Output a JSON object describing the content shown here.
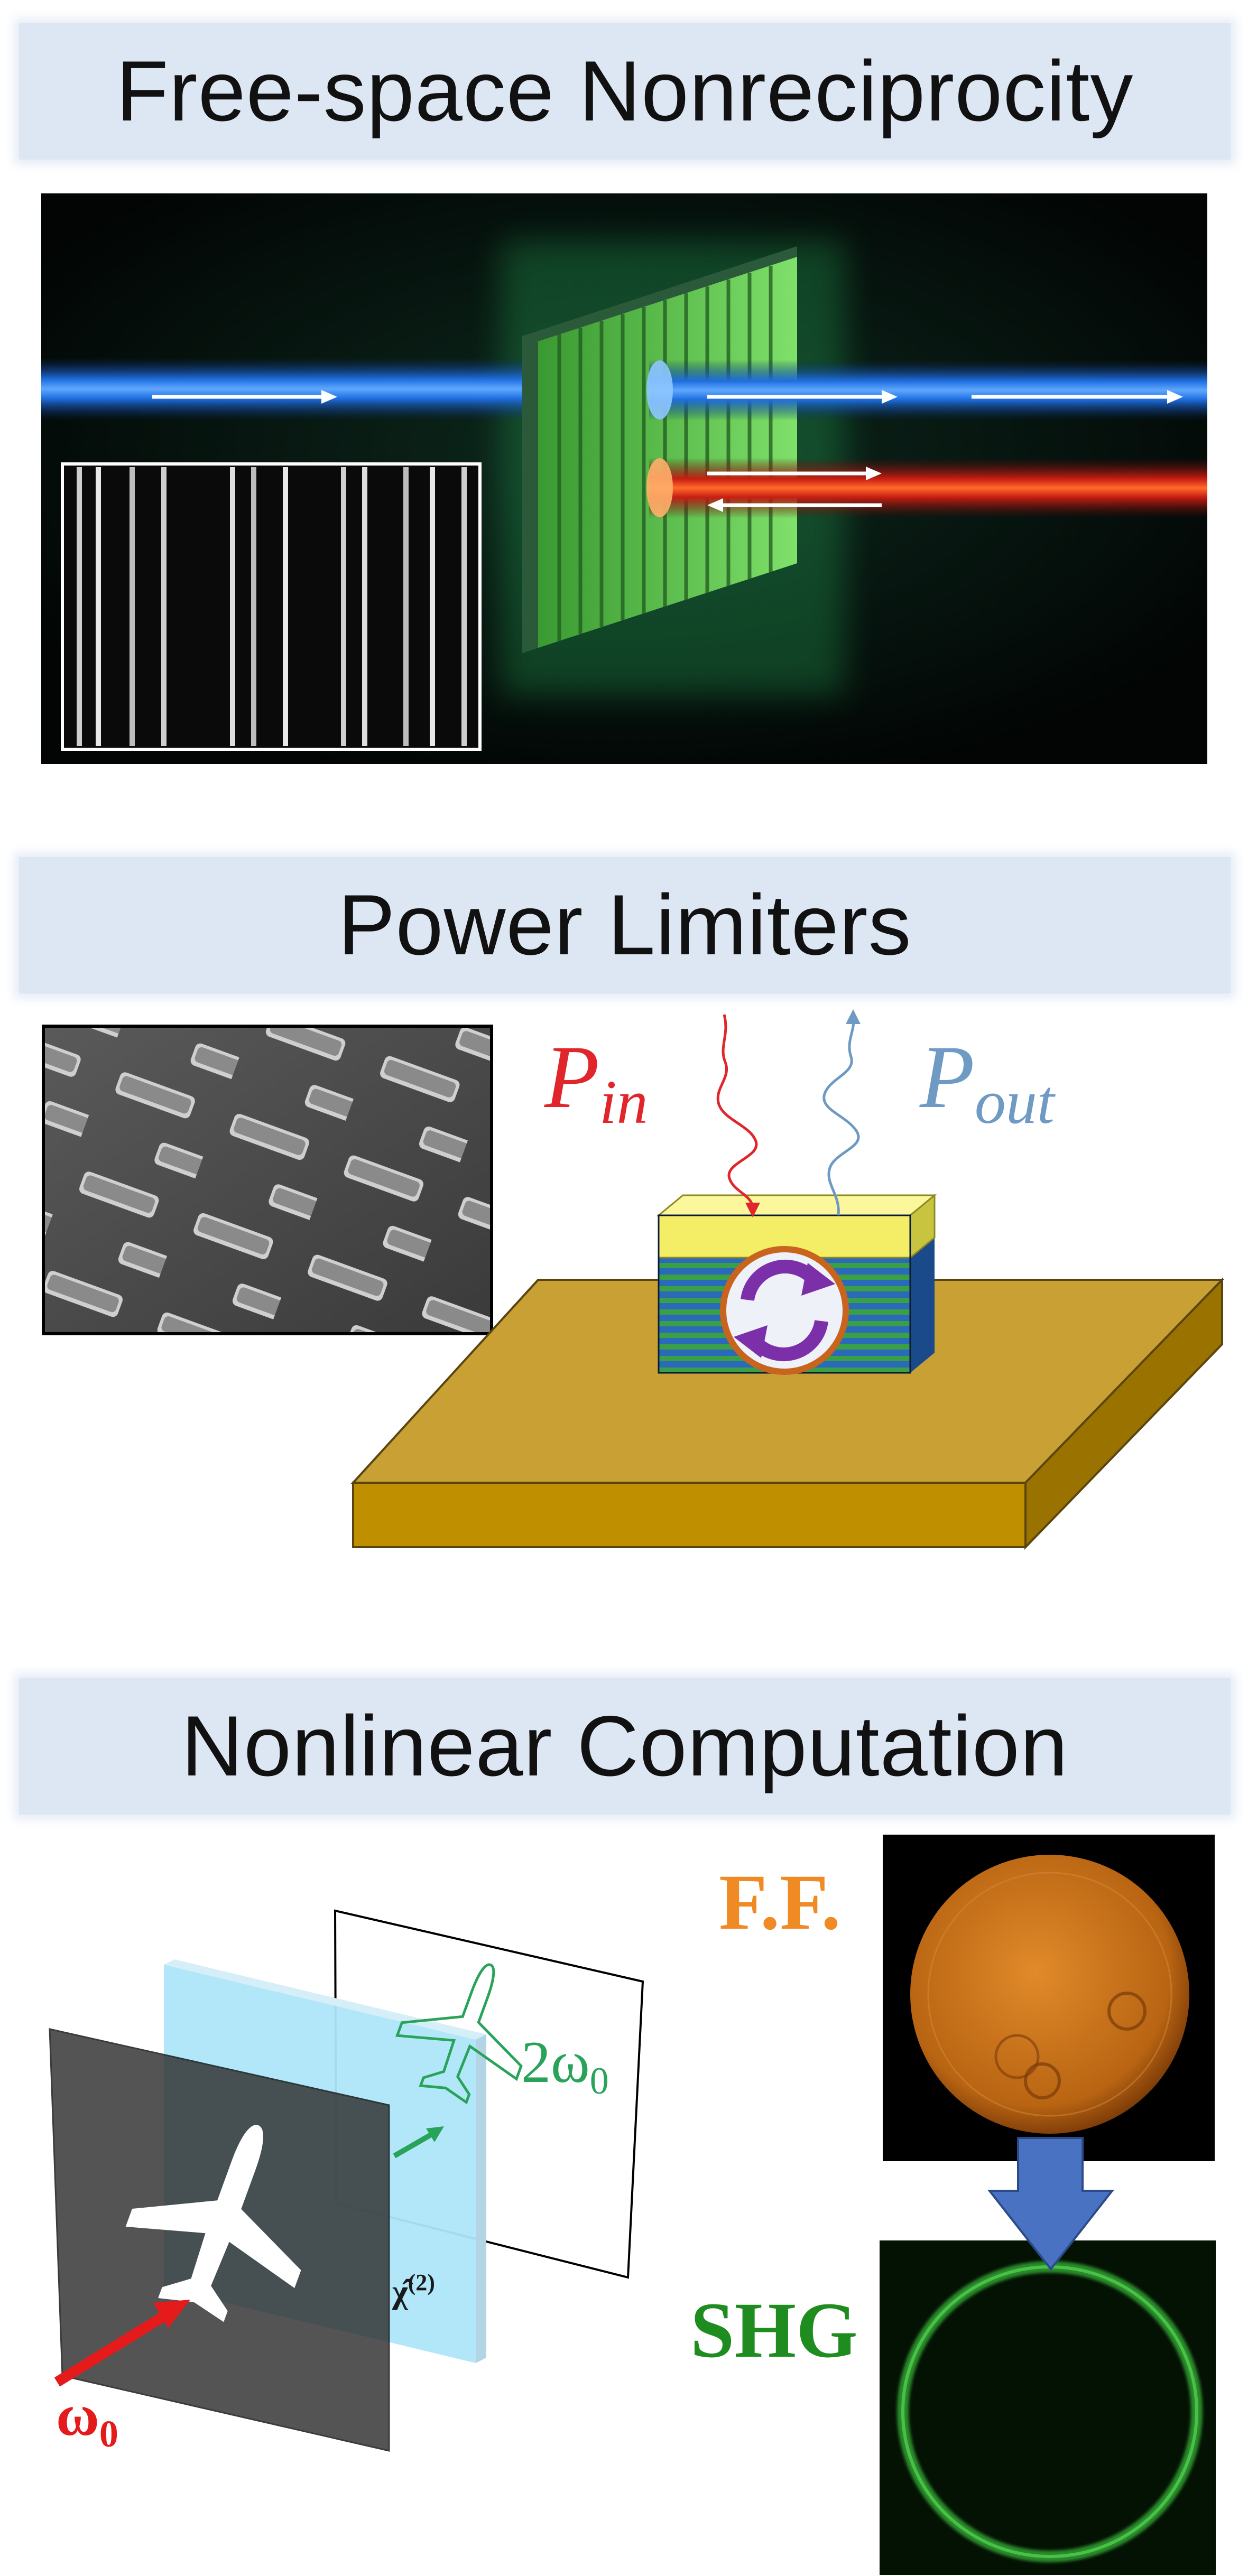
{
  "panels": {
    "nonreciprocity": {
      "title": "Free-space Nonreciprocity"
    },
    "limiters": {
      "title": "Power Limiters",
      "p_in": {
        "base": "P",
        "sub": "in"
      },
      "p_out": {
        "base": "P",
        "sub": "out"
      }
    },
    "computation": {
      "title": "Nonlinear Computation",
      "ff_label": "F.F.",
      "shg_label": "SHG",
      "omega0": "ω",
      "omega0_sub": "0",
      "two_omega0": "2ω",
      "two_omega0_sub": "0",
      "chi2": "χ̂",
      "chi2_sup": "(2)"
    }
  },
  "colors": {
    "banner": "#dde6f3",
    "p_in": "#e0262b",
    "p_out": "#6e9ac4",
    "ff": "#f08a24",
    "shg": "#1e8c1e",
    "omega0": "#e51b1b",
    "two_omega0": "#2aa35a",
    "gold": "#c9a033",
    "arrow_blue": "#4a72c2"
  }
}
